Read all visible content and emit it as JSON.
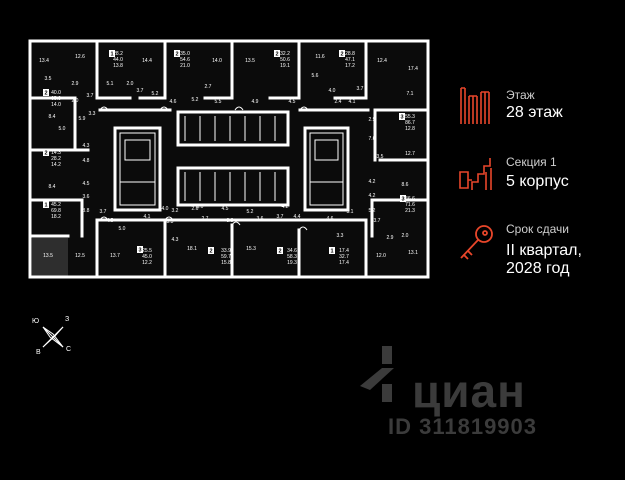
{
  "floor": {
    "label": "Этаж",
    "value": "28 этаж"
  },
  "section": {
    "label": "Секция 1",
    "value": "5 корпус"
  },
  "delivery": {
    "label": "Срок сдачи",
    "value_line1": "II квартал,",
    "value_line2": "2028 год"
  },
  "compass": {
    "north": "Ю",
    "east": "З",
    "west": "В",
    "south": "С"
  },
  "watermark": {
    "brand": "циан",
    "id": "ID 311819903"
  },
  "colors": {
    "accent": "#e8462a",
    "background": "#000000",
    "room": "#0d0d0d",
    "wall": "#ffffff"
  },
  "icons": {
    "floor": "building-bars-icon",
    "section": "section-stairs-icon",
    "delivery": "key-icon"
  },
  "plan": {
    "rooms": [
      {
        "t": "13.4"
      },
      {
        "t": "12.6"
      },
      {
        "t": "28.2"
      },
      {
        "t": "44.0"
      },
      {
        "t": "13.8"
      },
      {
        "t": "14.4"
      },
      {
        "t": "35.0"
      },
      {
        "t": "54.6"
      },
      {
        "t": "21.0"
      },
      {
        "t": "14.0"
      },
      {
        "t": "13.5"
      },
      {
        "t": "32.2"
      },
      {
        "t": "50.6"
      },
      {
        "t": "19.1"
      },
      {
        "t": "11.6"
      },
      {
        "t": "28.8"
      },
      {
        "t": "47.1"
      },
      {
        "t": "17.2"
      },
      {
        "t": "12.4"
      },
      {
        "t": "17.4"
      },
      {
        "t": "3.5"
      },
      {
        "t": "2.9"
      },
      {
        "t": "5.1"
      },
      {
        "t": "2.0"
      },
      {
        "t": "3.7"
      },
      {
        "t": "5.2"
      },
      {
        "t": "2.7"
      },
      {
        "t": "5.6"
      },
      {
        "t": "4.0"
      },
      {
        "t": "3.7"
      },
      {
        "t": "40.0"
      },
      {
        "t": "65.9"
      },
      {
        "t": "14.0"
      },
      {
        "t": "3.7"
      },
      {
        "t": "2.0"
      },
      {
        "t": "3.3"
      },
      {
        "t": "7.1"
      },
      {
        "t": "4.6"
      },
      {
        "t": "5.2"
      },
      {
        "t": "5.5"
      },
      {
        "t": "4.9"
      },
      {
        "t": "4.5"
      },
      {
        "t": "2.4"
      },
      {
        "t": "4.1"
      },
      {
        "t": "8.4"
      },
      {
        "t": "5.9"
      },
      {
        "t": "55.3"
      },
      {
        "t": "86.7"
      },
      {
        "t": "12.8"
      },
      {
        "t": "2.9"
      },
      {
        "t": "5.0"
      },
      {
        "t": "4.3"
      },
      {
        "t": "14.3"
      },
      {
        "t": "28.2"
      },
      {
        "t": "14.2"
      },
      {
        "t": "4.8"
      },
      {
        "t": "7.6"
      },
      {
        "t": "3.5"
      },
      {
        "t": "12.7"
      },
      {
        "t": "4.5"
      },
      {
        "t": "8.4"
      },
      {
        "t": "4.2"
      },
      {
        "t": "8.6"
      },
      {
        "t": "46.6"
      },
      {
        "t": "71.6"
      },
      {
        "t": "21.3"
      },
      {
        "t": "3.6"
      },
      {
        "t": "45.2"
      },
      {
        "t": "69.8"
      },
      {
        "t": "18.2"
      },
      {
        "t": "3.8"
      },
      {
        "t": "3.7"
      },
      {
        "t": "4.5"
      },
      {
        "t": "4.1"
      },
      {
        "t": "4.0"
      },
      {
        "t": "3.3"
      },
      {
        "t": "2.6"
      },
      {
        "t": "2.7"
      },
      {
        "t": "4.5"
      },
      {
        "t": "3.3"
      },
      {
        "t": "5.2"
      },
      {
        "t": "3.6"
      },
      {
        "t": "3.7"
      },
      {
        "t": "4.4"
      },
      {
        "t": "4.6"
      },
      {
        "t": "3.1"
      },
      {
        "t": "5.2"
      },
      {
        "t": "3.7"
      },
      {
        "t": "2.9"
      },
      {
        "t": "2.0"
      },
      {
        "t": "5.0"
      },
      {
        "t": "4.3"
      },
      {
        "t": "13.5"
      },
      {
        "t": "12.5"
      },
      {
        "t": "13.7"
      },
      {
        "t": "25.5"
      },
      {
        "t": "45.0"
      },
      {
        "t": "12.2"
      },
      {
        "t": "18.1"
      },
      {
        "t": "33.9"
      },
      {
        "t": "59.7"
      },
      {
        "t": "15.8"
      },
      {
        "t": "15.3"
      },
      {
        "t": "34.6"
      },
      {
        "t": "58.3"
      },
      {
        "t": "19.3"
      },
      {
        "t": "17.4"
      },
      {
        "t": "32.7"
      },
      {
        "t": "17.4"
      },
      {
        "t": "12.0"
      },
      {
        "t": "13.1"
      },
      {
        "t": "3.0"
      },
      {
        "t": "3.3"
      },
      {
        "t": "4.2"
      },
      {
        "t": "3.2"
      },
      {
        "t": "4.2"
      }
    ],
    "badges": [
      "1",
      "2",
      "2",
      "2",
      "2",
      "3",
      "2",
      "1",
      "3",
      "3",
      "2",
      "2",
      "2",
      "1"
    ]
  }
}
